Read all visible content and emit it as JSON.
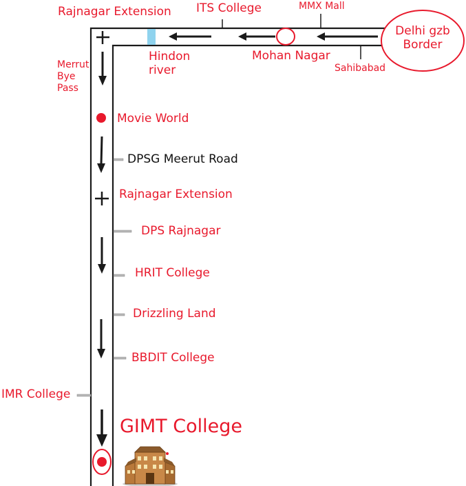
{
  "colors": {
    "label": "#e8192c",
    "road": "#1a1a1a",
    "river": "#8fd3ee",
    "marker": "#e8192c"
  },
  "top_labels": {
    "rajnagar_extension": "Rajnagar Extension",
    "its_college": "ITS College",
    "mmx_mall": "MMX Mall",
    "hindon_river": "Hindon\nriver",
    "mohan_nagar": "Mohan Nagar",
    "sahibabad": "Sahibabad",
    "delhi_border": "Delhi gzb\nBorder"
  },
  "side_labels": {
    "meerut_bye_pass": "Merrut\nBye\nPass",
    "movie_world": "Movie World",
    "dpsg": "DPSG Meerut Road",
    "rajnagar_extension_2": "Rajnagar Extension",
    "dps_rajnagar": "DPS Rajnagar",
    "hrit": "HRIT College",
    "drizzling_land": "Drizzling Land",
    "bbdit": "BBDIT College",
    "imr": "IMR College",
    "gimt": "GIMT College"
  },
  "icons": {
    "destination_building": "building-icon",
    "junction": "junction-cross-icon",
    "location": "location-dot-icon"
  }
}
